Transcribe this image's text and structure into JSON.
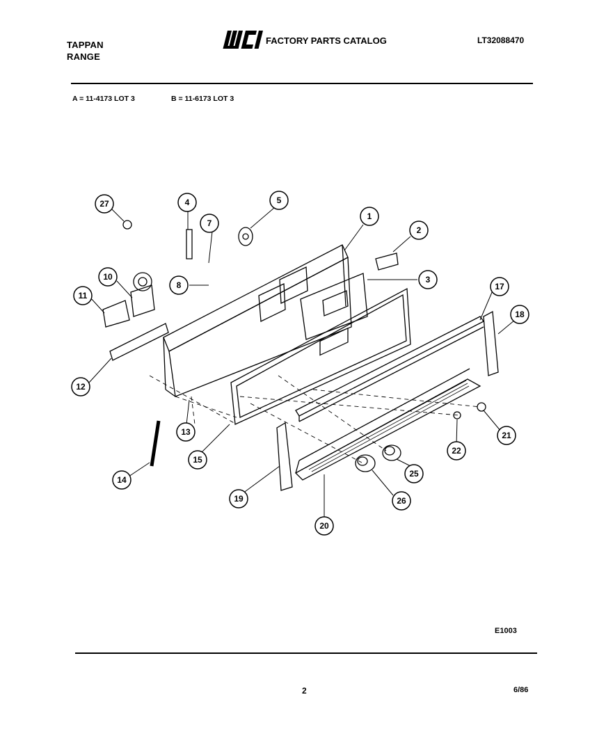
{
  "header": {
    "brand_line1": "TAPPAN",
    "brand_line2": "RANGE",
    "logo_text": "WCI",
    "catalog_title": "FACTORY PARTS CATALOG",
    "model_number": "LT32088470"
  },
  "legend": {
    "a": "A = 11-4173 LOT 3",
    "b": "B = 11-6173 LOT 3"
  },
  "callouts": [
    "27",
    "4",
    "5",
    "7",
    "1",
    "2",
    "3",
    "10",
    "8",
    "11",
    "17",
    "18",
    "12",
    "13",
    "14",
    "15",
    "19",
    "20",
    "21",
    "22",
    "25",
    "26"
  ],
  "footer": {
    "figure_code": "E1003",
    "page_number": "2",
    "date": "6/86"
  },
  "colors": {
    "ink": "#000000",
    "paper": "#ffffff"
  }
}
